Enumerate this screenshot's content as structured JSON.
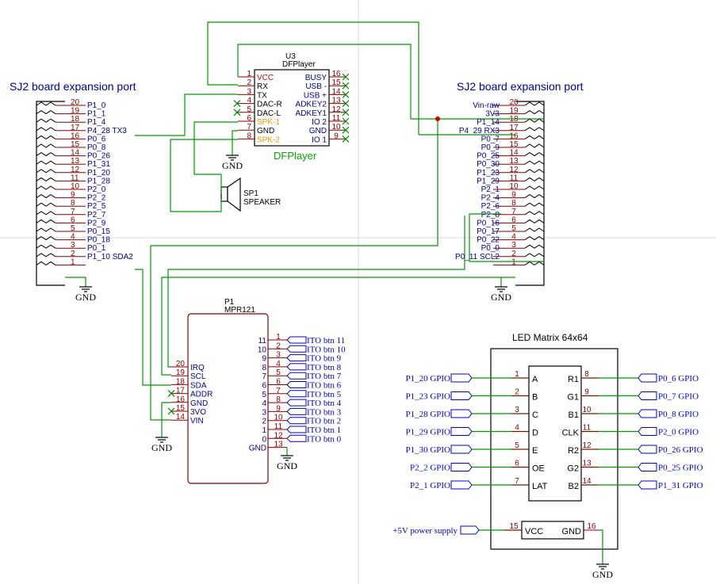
{
  "colors": {
    "wire": "#009900",
    "body": "#880000",
    "pin": "#880000",
    "pinnum": "#880000",
    "net": "#000099",
    "ref": "#000000",
    "green": "#00aa00",
    "orange": "#e69900",
    "nc": "#008800",
    "junction": "#cc0000",
    "label": "#0000cc",
    "bg": "#ffffff"
  },
  "headers": {
    "left": {
      "title": "SJ2 board expansion port",
      "nets": [
        "P1_0",
        "P1_1",
        "P1_4",
        "P4_28 TX3",
        "P0_6",
        "P0_8",
        "P0_26",
        "P1_31",
        "P1_20",
        "P1_28",
        "P2_0",
        "P2_2",
        "P2_5",
        "P2_7",
        "P2_9",
        "P0_15",
        "P0_18",
        "P0_1",
        "P1_10 SDA2",
        ""
      ]
    },
    "right": {
      "title": "SJ2 board expansion port",
      "nets": [
        "Vin-raw",
        "3V3",
        "P1_14",
        "P4_29 RX3",
        "P0_7",
        "P0_9",
        "P0_25",
        "P0_30",
        "P1_23",
        "P1_29",
        "P2_1",
        "P2_4",
        "P2_6",
        "P2_8",
        "P0_16",
        "P0_17",
        "P0_22",
        "P0_0",
        "P0_11 SCL2",
        ""
      ]
    },
    "pins": [
      "20",
      "19",
      "18",
      "17",
      "16",
      "15",
      "14",
      "13",
      "12",
      "11",
      "10",
      "9",
      "8",
      "7",
      "6",
      "5",
      "4",
      "3",
      "2",
      "1"
    ],
    "gnd": "GND"
  },
  "dfplayer": {
    "ref": "U3",
    "name": "DFPlayer",
    "value": "DFPlayer",
    "left_pins": [
      {
        "num": "1",
        "name": "VCC",
        "color": "red"
      },
      {
        "num": "2",
        "name": "RX"
      },
      {
        "num": "3",
        "name": "TX"
      },
      {
        "num": "4",
        "name": "DAC-R"
      },
      {
        "num": "5",
        "name": "DAC-L"
      },
      {
        "num": "6",
        "name": "SPK-1",
        "color": "orange"
      },
      {
        "num": "7",
        "name": "GND"
      },
      {
        "num": "8",
        "name": "SPK-2",
        "color": "orange"
      }
    ],
    "right_pins": [
      {
        "num": "16",
        "name": "BUSY"
      },
      {
        "num": "15",
        "name": "USB -"
      },
      {
        "num": "14",
        "name": "USB +"
      },
      {
        "num": "13",
        "name": "ADKEY2"
      },
      {
        "num": "12",
        "name": "ADKEY1"
      },
      {
        "num": "11",
        "name": "IO 2"
      },
      {
        "num": "10",
        "name": "GND"
      },
      {
        "num": "9",
        "name": "IO 1"
      }
    ],
    "gnd": "GND"
  },
  "speaker": {
    "ref": "SP1",
    "value": "SPEAKER"
  },
  "mpr121": {
    "ref": "P1",
    "value": "MPR121",
    "left_pins": [
      {
        "num": "20",
        "name": "IRQ"
      },
      {
        "num": "19",
        "name": "SCL"
      },
      {
        "num": "18",
        "name": "SDA"
      },
      {
        "num": "17",
        "name": "ADDR"
      },
      {
        "num": "16",
        "name": "GND"
      },
      {
        "num": "15",
        "name": "3VO"
      },
      {
        "num": "14",
        "name": "VIN"
      }
    ],
    "right_pins": [
      {
        "num": "1",
        "name": "11"
      },
      {
        "num": "2",
        "name": "10"
      },
      {
        "num": "3",
        "name": "9"
      },
      {
        "num": "4",
        "name": "8"
      },
      {
        "num": "5",
        "name": "7"
      },
      {
        "num": "6",
        "name": "6"
      },
      {
        "num": "7",
        "name": "5"
      },
      {
        "num": "8",
        "name": "4"
      },
      {
        "num": "9",
        "name": "3"
      },
      {
        "num": "10",
        "name": "2"
      },
      {
        "num": "11",
        "name": "1"
      },
      {
        "num": "12",
        "name": "0"
      },
      {
        "num": "13",
        "name": "GND"
      }
    ],
    "btn_labels": [
      "ITO btn 11",
      "ITO btn 10",
      "ITO btn 9",
      "ITO btn 8",
      "ITO btn 7",
      "ITO btn 6",
      "ITO btn 5",
      "ITO btn 4",
      "ITO btn 3",
      "ITO btn 2",
      "ITO btn 1",
      "ITO btn 0"
    ],
    "gnd": "GND",
    "gnd_left": "GND"
  },
  "led": {
    "title": "LED Matrix 64x64",
    "left_pins": [
      {
        "num": "1",
        "name": "A",
        "label": "P1_20 GPIO"
      },
      {
        "num": "2",
        "name": "B",
        "label": "P1_23 GPIO"
      },
      {
        "num": "3",
        "name": "C",
        "label": "P1_28 GPIO"
      },
      {
        "num": "4",
        "name": "D",
        "label": "P1_29 GPIO"
      },
      {
        "num": "5",
        "name": "E",
        "label": "P1_30 GPIO"
      },
      {
        "num": "6",
        "name": "OE",
        "label": "P2_2 GPIO"
      },
      {
        "num": "7",
        "name": "LAT",
        "label": "P2_1 GPIO"
      }
    ],
    "right_pins": [
      {
        "num": "8",
        "name": "R1",
        "label": "P0_6 GPIO"
      },
      {
        "num": "9",
        "name": "G1",
        "label": "P0_7 GPIO"
      },
      {
        "num": "10",
        "name": "B1",
        "label": "P0_8 GPIO"
      },
      {
        "num": "11",
        "name": "CLK",
        "label": "P2_0 GPIO"
      },
      {
        "num": "12",
        "name": "R2",
        "label": "P0_26 GPIO"
      },
      {
        "num": "13",
        "name": "G2",
        "label": "P0_25 GPIO"
      },
      {
        "num": "14",
        "name": "B2",
        "label": "P1_31 GPIO"
      }
    ],
    "power": {
      "vcc_num": "15",
      "vcc": "VCC",
      "gnd_num": "16",
      "gnd": "GND",
      "supply": "+5V power supply"
    },
    "gnd": "GND"
  }
}
